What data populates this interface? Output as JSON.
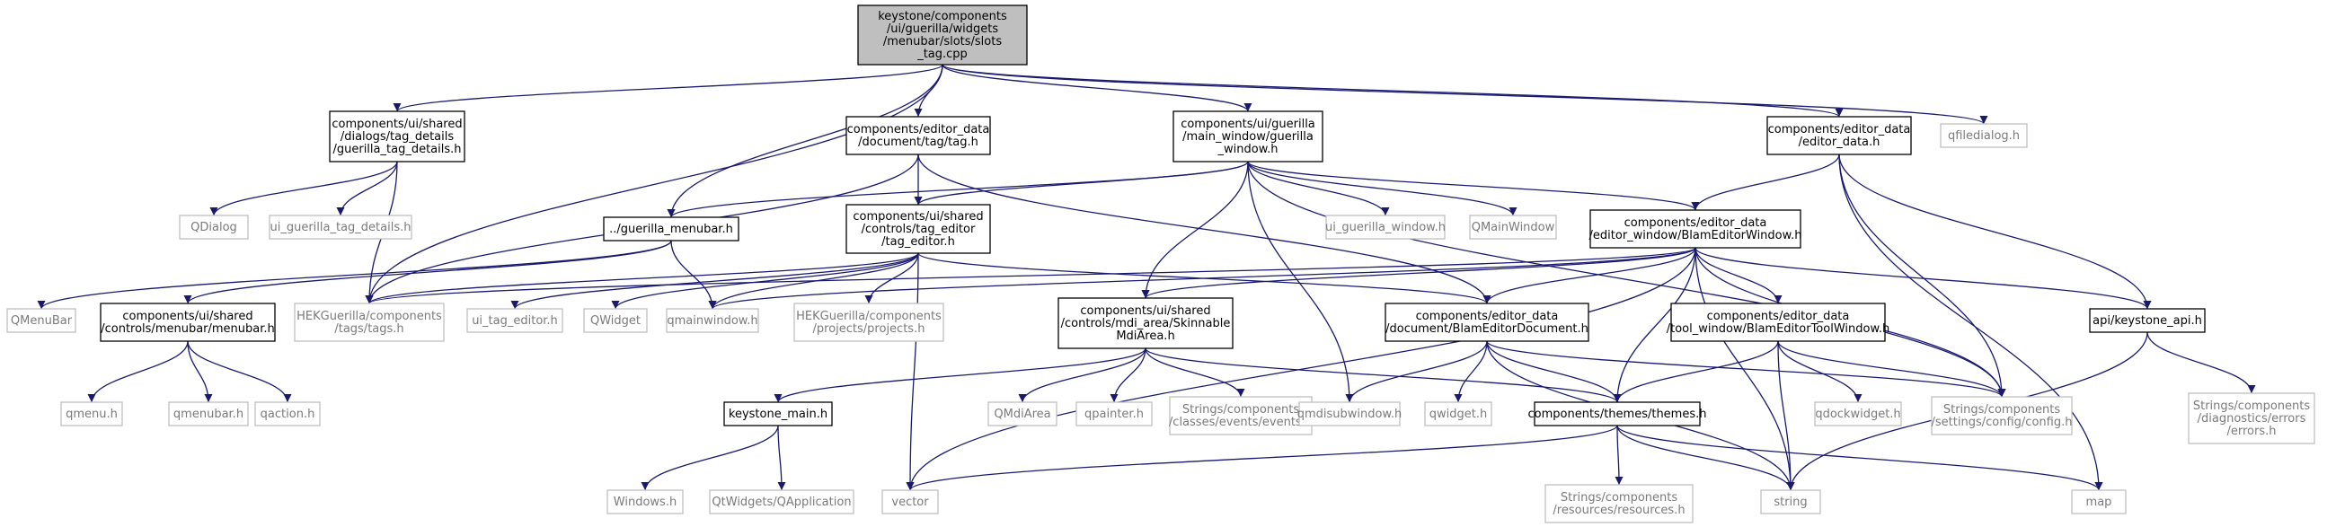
{
  "nodes": [
    {
      "id": "root",
      "lines": [
        "keystone/components",
        "/ui/guerilla/widgets",
        "/menubar/slots/slots",
        "_tag.cpp"
      ],
      "kind": "root"
    },
    {
      "id": "guerilla_tag_details",
      "lines": [
        "components/ui/shared",
        "/dialogs/tag_details",
        "/guerilla_tag_details.h"
      ],
      "kind": "doc"
    },
    {
      "id": "tag_h",
      "lines": [
        "components/editor_data",
        "/document/tag/tag.h"
      ],
      "kind": "doc"
    },
    {
      "id": "guerilla_window",
      "lines": [
        "components/ui/guerilla",
        "/main_window/guerilla",
        "_window.h"
      ],
      "kind": "doc"
    },
    {
      "id": "editor_data",
      "lines": [
        "components/editor_data",
        "/editor_data.h"
      ],
      "kind": "doc"
    },
    {
      "id": "qfiledialog",
      "lines": [
        "qfiledialog.h"
      ],
      "kind": "ext"
    },
    {
      "id": "qdialog",
      "lines": [
        "QDialog"
      ],
      "kind": "ext"
    },
    {
      "id": "ui_guerilla_tag_details",
      "lines": [
        "ui_guerilla_tag_details.h"
      ],
      "kind": "ext"
    },
    {
      "id": "guerilla_menubar",
      "lines": [
        "../guerilla_menubar.h"
      ],
      "kind": "doc"
    },
    {
      "id": "tag_editor",
      "lines": [
        "components/ui/shared",
        "/controls/tag_editor",
        "/tag_editor.h"
      ],
      "kind": "doc"
    },
    {
      "id": "ui_guerilla_window",
      "lines": [
        "ui_guerilla_window.h"
      ],
      "kind": "ext"
    },
    {
      "id": "qmainwindow_cls",
      "lines": [
        "QMainWindow"
      ],
      "kind": "ext"
    },
    {
      "id": "blam_editor_window",
      "lines": [
        "components/editor_data",
        "/editor_window/BlamEditorWindow.h"
      ],
      "kind": "doc"
    },
    {
      "id": "qmenubar_cls",
      "lines": [
        "QMenuBar"
      ],
      "kind": "ext"
    },
    {
      "id": "menubar_h",
      "lines": [
        "components/ui/shared",
        "/controls/menubar/menubar.h"
      ],
      "kind": "doc"
    },
    {
      "id": "tags_h",
      "lines": [
        "HEKGuerilla/components",
        "/tags/tags.h"
      ],
      "kind": "ext"
    },
    {
      "id": "ui_tag_editor",
      "lines": [
        "ui_tag_editor.h"
      ],
      "kind": "ext"
    },
    {
      "id": "qwidget_cls",
      "lines": [
        "QWidget"
      ],
      "kind": "ext"
    },
    {
      "id": "qmainwindow_h",
      "lines": [
        "qmainwindow.h"
      ],
      "kind": "ext"
    },
    {
      "id": "projects_h",
      "lines": [
        "HEKGuerilla/components",
        "/projects/projects.h"
      ],
      "kind": "ext"
    },
    {
      "id": "skinnable",
      "lines": [
        "components/ui/shared",
        "/controls/mdi_area/Skinnable",
        "MdiArea.h"
      ],
      "kind": "doc"
    },
    {
      "id": "blam_editor_document",
      "lines": [
        "components/editor_data",
        "/document/BlamEditorDocument.h"
      ],
      "kind": "doc"
    },
    {
      "id": "tool_window",
      "lines": [
        "components/editor_data",
        "/tool_window/BlamEditorToolWindow.h"
      ],
      "kind": "doc"
    },
    {
      "id": "keystone_api",
      "lines": [
        "api/keystone_api.h"
      ],
      "kind": "doc"
    },
    {
      "id": "qmenu_h",
      "lines": [
        "qmenu.h"
      ],
      "kind": "ext"
    },
    {
      "id": "qmenubar_h",
      "lines": [
        "qmenubar.h"
      ],
      "kind": "ext"
    },
    {
      "id": "qaction_h",
      "lines": [
        "qaction.h"
      ],
      "kind": "ext"
    },
    {
      "id": "keystone_main",
      "lines": [
        "keystone_main.h"
      ],
      "kind": "doc"
    },
    {
      "id": "qmdiarea",
      "lines": [
        "QMdiArea"
      ],
      "kind": "ext"
    },
    {
      "id": "qpainter",
      "lines": [
        "qpainter.h"
      ],
      "kind": "ext"
    },
    {
      "id": "events_h",
      "lines": [
        "Strings/components",
        "/classes/events/events.h"
      ],
      "kind": "ext"
    },
    {
      "id": "qmdisubwindow",
      "lines": [
        "qmdisubwindow.h"
      ],
      "kind": "ext"
    },
    {
      "id": "qwidget_h",
      "lines": [
        "qwidget.h"
      ],
      "kind": "ext"
    },
    {
      "id": "themes_h",
      "lines": [
        "components/themes/themes.h"
      ],
      "kind": "doc"
    },
    {
      "id": "qdockwidget",
      "lines": [
        "qdockwidget.h"
      ],
      "kind": "ext"
    },
    {
      "id": "config_h",
      "lines": [
        "Strings/components",
        "/settings/config/config.h"
      ],
      "kind": "ext"
    },
    {
      "id": "errors_h",
      "lines": [
        "Strings/components",
        "/diagnostics/errors",
        "/errors.h"
      ],
      "kind": "ext"
    },
    {
      "id": "windows_h",
      "lines": [
        "Windows.h"
      ],
      "kind": "ext"
    },
    {
      "id": "qapplication",
      "lines": [
        "QtWidgets/QApplication"
      ],
      "kind": "ext"
    },
    {
      "id": "vector",
      "lines": [
        "vector"
      ],
      "kind": "ext"
    },
    {
      "id": "resources_h",
      "lines": [
        "Strings/components",
        "/resources/resources.h"
      ],
      "kind": "ext"
    },
    {
      "id": "string",
      "lines": [
        "string"
      ],
      "kind": "ext"
    },
    {
      "id": "map",
      "lines": [
        "map"
      ],
      "kind": "ext"
    }
  ],
  "edges": [
    [
      "root",
      "guerilla_tag_details"
    ],
    [
      "root",
      "tag_h"
    ],
    [
      "root",
      "guerilla_window"
    ],
    [
      "root",
      "editor_data"
    ],
    [
      "root",
      "qfiledialog"
    ],
    [
      "root",
      "guerilla_menubar"
    ],
    [
      "root",
      "tags_h"
    ],
    [
      "guerilla_tag_details",
      "qdialog"
    ],
    [
      "guerilla_tag_details",
      "ui_guerilla_tag_details"
    ],
    [
      "guerilla_tag_details",
      "tags_h"
    ],
    [
      "tag_h",
      "tag_editor"
    ],
    [
      "tag_h",
      "tags_h"
    ],
    [
      "tag_h",
      "blam_editor_document"
    ],
    [
      "guerilla_window",
      "guerilla_menubar"
    ],
    [
      "guerilla_window",
      "tag_editor"
    ],
    [
      "guerilla_window",
      "ui_guerilla_window"
    ],
    [
      "guerilla_window",
      "qmainwindow_cls"
    ],
    [
      "guerilla_window",
      "blam_editor_window"
    ],
    [
      "guerilla_window",
      "skinnable"
    ],
    [
      "guerilla_window",
      "qmdisubwindow"
    ],
    [
      "guerilla_window",
      "config_h"
    ],
    [
      "editor_data",
      "blam_editor_window"
    ],
    [
      "editor_data",
      "keystone_api"
    ],
    [
      "editor_data",
      "config_h"
    ],
    [
      "editor_data",
      "map"
    ],
    [
      "guerilla_menubar",
      "qmenubar_cls"
    ],
    [
      "guerilla_menubar",
      "menubar_h"
    ],
    [
      "guerilla_menubar",
      "qmainwindow_h"
    ],
    [
      "tag_editor",
      "tags_h"
    ],
    [
      "tag_editor",
      "ui_tag_editor"
    ],
    [
      "tag_editor",
      "qwidget_cls"
    ],
    [
      "tag_editor",
      "qmainwindow_h"
    ],
    [
      "tag_editor",
      "projects_h"
    ],
    [
      "tag_editor",
      "vector"
    ],
    [
      "tag_editor",
      "blam_editor_document"
    ],
    [
      "blam_editor_window",
      "tags_h"
    ],
    [
      "blam_editor_window",
      "qmainwindow_h"
    ],
    [
      "blam_editor_window",
      "skinnable"
    ],
    [
      "blam_editor_window",
      "blam_editor_document"
    ],
    [
      "blam_editor_window",
      "tool_window"
    ],
    [
      "blam_editor_window",
      "keystone_api"
    ],
    [
      "blam_editor_window",
      "themes_h"
    ],
    [
      "blam_editor_window",
      "config_h"
    ],
    [
      "blam_editor_window",
      "string"
    ],
    [
      "blam_editor_window",
      "vector"
    ],
    [
      "menubar_h",
      "qmenu_h"
    ],
    [
      "menubar_h",
      "qmenubar_h"
    ],
    [
      "menubar_h",
      "qaction_h"
    ],
    [
      "skinnable",
      "keystone_main"
    ],
    [
      "skinnable",
      "qmdiarea"
    ],
    [
      "skinnable",
      "qpainter"
    ],
    [
      "skinnable",
      "events_h"
    ],
    [
      "skinnable",
      "themes_h"
    ],
    [
      "blam_editor_document",
      "qmdisubwindow"
    ],
    [
      "blam_editor_document",
      "qwidget_h"
    ],
    [
      "blam_editor_document",
      "themes_h"
    ],
    [
      "blam_editor_document",
      "config_h"
    ],
    [
      "blam_editor_document",
      "string"
    ],
    [
      "tool_window",
      "themes_h"
    ],
    [
      "tool_window",
      "qdockwidget"
    ],
    [
      "tool_window",
      "config_h"
    ],
    [
      "tool_window",
      "string"
    ],
    [
      "keystone_api",
      "errors_h"
    ],
    [
      "keystone_api",
      "string"
    ],
    [
      "keystone_main",
      "windows_h"
    ],
    [
      "keystone_main",
      "qapplication"
    ],
    [
      "themes_h",
      "vector"
    ],
    [
      "themes_h",
      "resources_h"
    ],
    [
      "themes_h",
      "string"
    ],
    [
      "themes_h",
      "map"
    ]
  ]
}
